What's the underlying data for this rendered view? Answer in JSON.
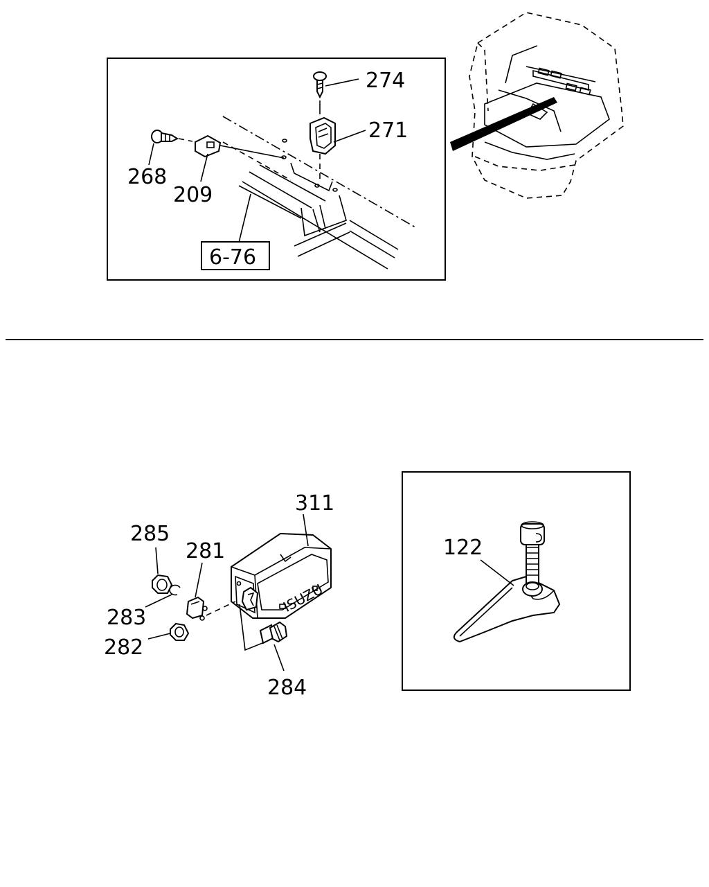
{
  "callouts": {
    "c274": "274",
    "c271": "271",
    "c268": "268",
    "c209": "209",
    "c676": "6-76",
    "c311": "311",
    "c285": "285",
    "c281": "281",
    "c283": "283",
    "c282": "282",
    "c284": "284",
    "c122": "122"
  },
  "badge_text": "ISUZU"
}
